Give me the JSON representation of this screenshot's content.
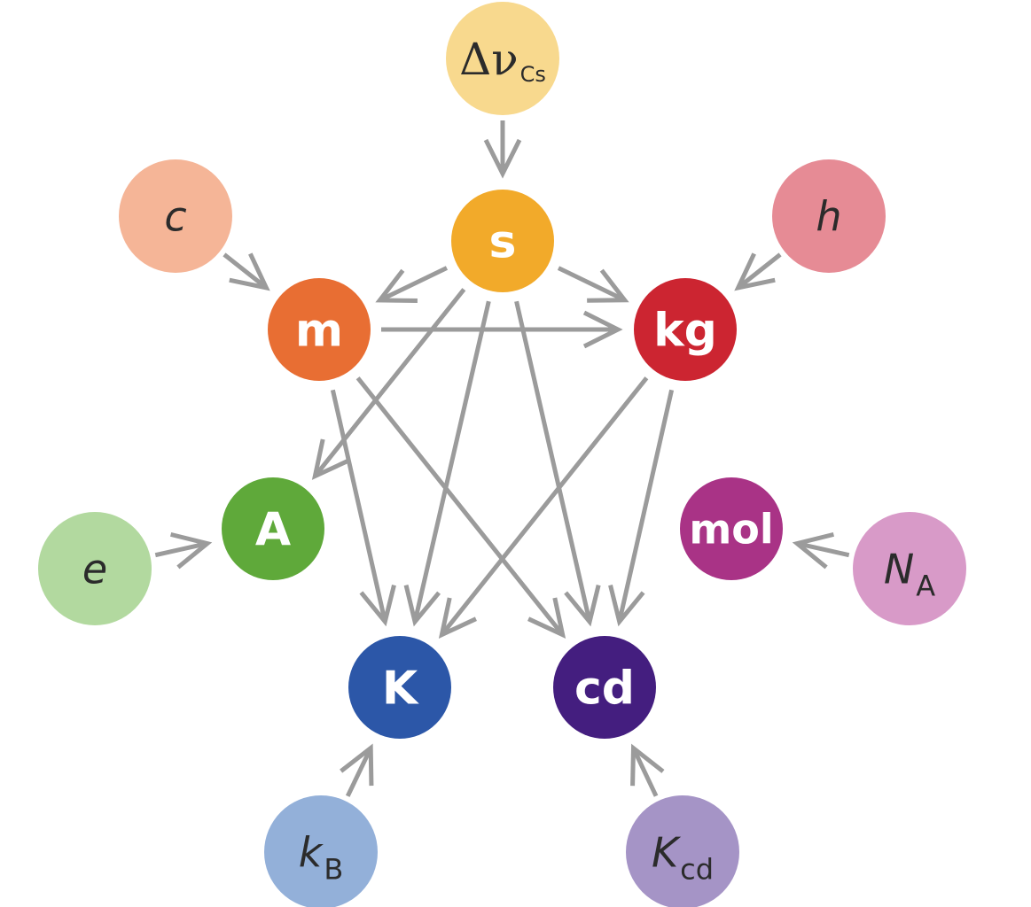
{
  "units": [
    {
      "id": "s",
      "label": "s",
      "color": "#f2aa2a"
    },
    {
      "id": "m",
      "label": "m",
      "color": "#e86e33"
    },
    {
      "id": "kg",
      "label": "kg",
      "color": "#cc2531"
    },
    {
      "id": "A",
      "label": "A",
      "color": "#5fa93a"
    },
    {
      "id": "mol",
      "label": "mol",
      "color": "#a93386"
    },
    {
      "id": "K",
      "label": "K",
      "color": "#2c57a8"
    },
    {
      "id": "cd",
      "label": "cd",
      "color": "#441e7f"
    }
  ],
  "constants": [
    {
      "id": "dnu",
      "symbol": "Δν",
      "sub": "Cs",
      "color": "#f8d98e"
    },
    {
      "id": "c",
      "symbol": "c",
      "sub": "",
      "color": "#f5b597"
    },
    {
      "id": "h",
      "symbol": "h",
      "sub": "",
      "color": "#e68b95"
    },
    {
      "id": "e",
      "symbol": "e",
      "sub": "",
      "color": "#b2d99f"
    },
    {
      "id": "NA",
      "symbol": "N",
      "sub": "A",
      "color": "#d89ac8"
    },
    {
      "id": "kB",
      "symbol": "k",
      "sub": "B",
      "color": "#93b0d9"
    },
    {
      "id": "Kcd",
      "symbol": "K",
      "sub": "cd",
      "color": "#a594c6"
    }
  ],
  "edges": [
    {
      "from": "dnu",
      "to": "s"
    },
    {
      "from": "c",
      "to": "m"
    },
    {
      "from": "h",
      "to": "kg"
    },
    {
      "from": "e",
      "to": "A"
    },
    {
      "from": "NA",
      "to": "mol"
    },
    {
      "from": "kB",
      "to": "K"
    },
    {
      "from": "Kcd",
      "to": "cd"
    },
    {
      "from": "s",
      "to": "m"
    },
    {
      "from": "s",
      "to": "kg"
    },
    {
      "from": "s",
      "to": "A"
    },
    {
      "from": "s",
      "to": "K"
    },
    {
      "from": "s",
      "to": "cd"
    },
    {
      "from": "m",
      "to": "kg"
    },
    {
      "from": "m",
      "to": "K"
    },
    {
      "from": "m",
      "to": "cd"
    },
    {
      "from": "kg",
      "to": "K"
    },
    {
      "from": "kg",
      "to": "cd"
    }
  ]
}
